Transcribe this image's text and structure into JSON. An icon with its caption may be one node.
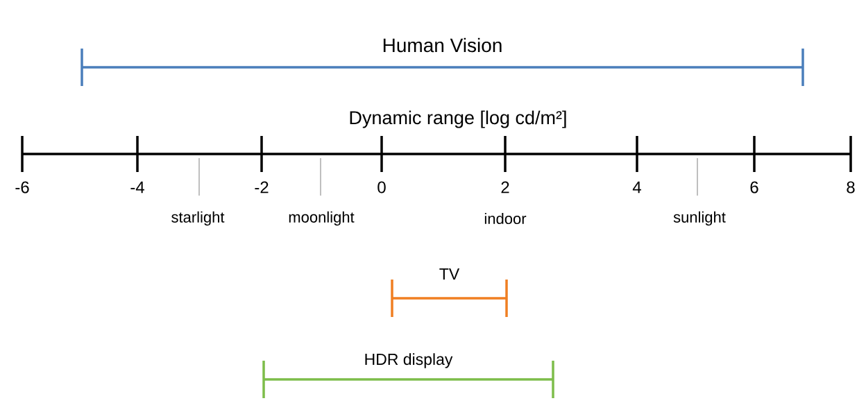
{
  "diagram": {
    "nodes": [
      {
        "text": [
          "Human Vision"
        ]
      },
      {
        "text": [
          "TV"
        ]
      },
      {
        "text": [
          "HDR display"
        ]
      }
    ],
    "labels": [
      "Dynamic range [log cd/m²]",
      "-6",
      "-4",
      "-2",
      "0",
      "2",
      "4",
      "6",
      "8",
      "starlight",
      "moonlight",
      "indoor",
      "sunlight"
    ]
  }
}
